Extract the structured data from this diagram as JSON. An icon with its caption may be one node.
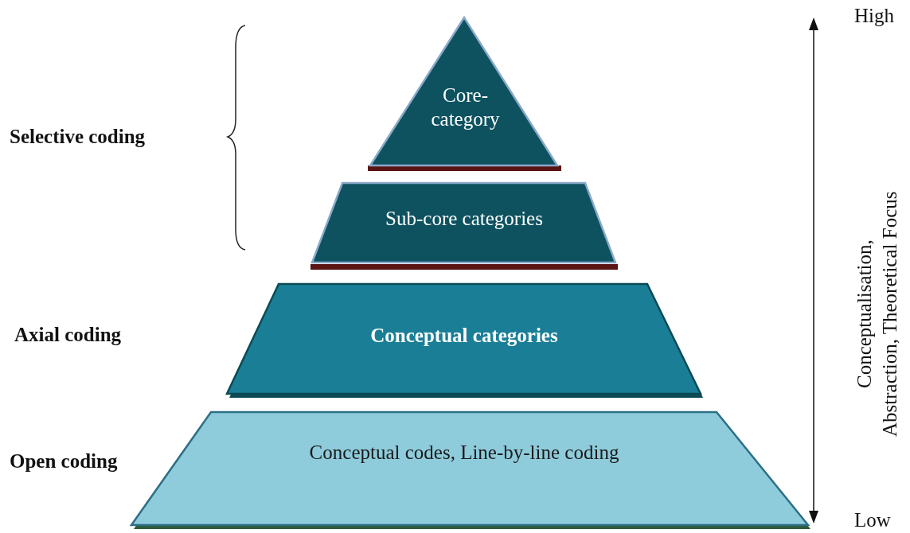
{
  "diagram": {
    "nodes": [
      {
        "text": [
          "Core-category"
        ]
      },
      {
        "text": [
          "Sub-core categories"
        ]
      },
      {
        "text": [
          "**Conceptual categories**"
        ]
      },
      {
        "text": [
          "Conceptual codes, Line-by-line coding"
        ]
      }
    ],
    "labels": [
      "High",
      "Selective coding",
      "Conceptualisation, Abstraction, Theoretical Focus",
      "Axial coding",
      "Open coding",
      "Low"
    ]
  }
}
